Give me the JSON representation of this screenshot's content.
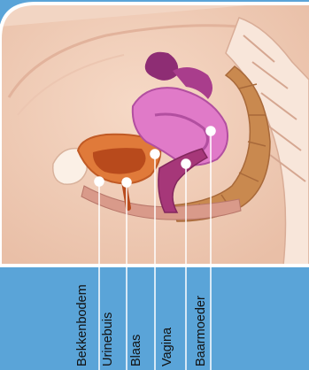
{
  "labels": {
    "pelvic_floor": "Bekkenbodem",
    "urethra": "Urinebuis",
    "bladder": "Blaas",
    "vagina": "Vagina",
    "uterus": "Baarmoeder"
  }
}
